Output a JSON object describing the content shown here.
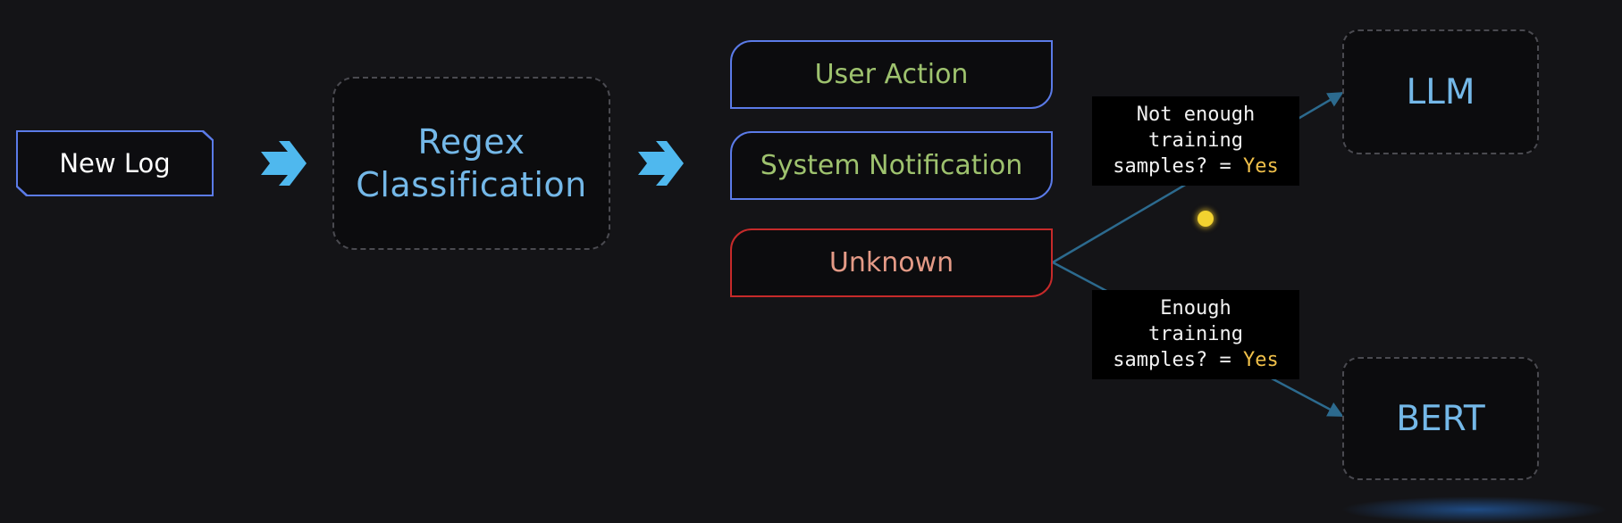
{
  "nodes": {
    "new_log": "New Log",
    "regex_line1": "Regex",
    "regex_line2": "Classification",
    "user_action": "User Action",
    "system_notification": "System Notification",
    "unknown": "Unknown",
    "llm": "LLM",
    "bert": "BERT"
  },
  "conditions": {
    "llm_line1": "Not enough",
    "llm_line2": "training",
    "llm_line3": "samples? = ",
    "llm_value": "Yes",
    "bert_line1": "Enough",
    "bert_line2": "training",
    "bert_line3": "samples? = ",
    "bert_value": "Yes"
  },
  "colors": {
    "background": "#141417",
    "arrow": "#4fb8ee",
    "model_text": "#74b8e8",
    "category_text": "#9ec26e",
    "unknown_text": "#e49a86",
    "unknown_border": "#c62a2a",
    "box_border": "#5b7be8",
    "yes_text": "#f0c04a",
    "connector": "#2c6a8e"
  },
  "icons": {
    "flow_arrow_1": "chevron-arrow-right-icon",
    "flow_arrow_2": "chevron-arrow-right-icon",
    "cursor": "cursor-dot-icon"
  }
}
